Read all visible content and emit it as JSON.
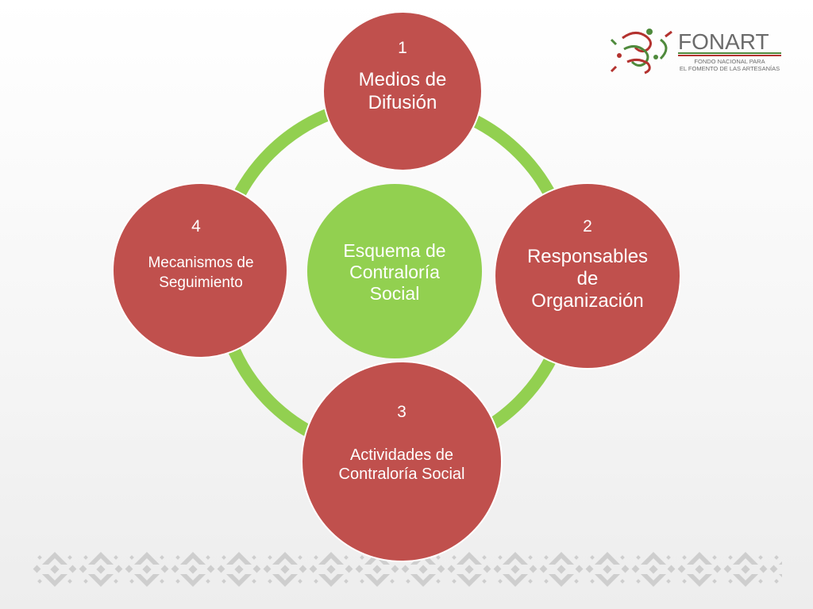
{
  "logo": {
    "name": "FONART",
    "tagline_1": "FONDO NACIONAL PARA",
    "tagline_2": "EL FOMENTO DE LAS ARTESANÍAS"
  },
  "center": {
    "lines": [
      "Esquema de",
      "Contraloría",
      "Social"
    ]
  },
  "nodes": [
    {
      "number": "1",
      "lines": [
        "Medios de",
        "Difusión"
      ]
    },
    {
      "number": "2",
      "lines": [
        "Responsables",
        "de",
        "Organización"
      ]
    },
    {
      "number": "3",
      "lines": [
        "Actividades de",
        "Contraloría Social"
      ]
    },
    {
      "number": "4",
      "lines": [
        "Mecanismos de",
        "Seguimiento"
      ]
    }
  ],
  "colors": {
    "node_fill": "#c0504d",
    "center_fill": "#92d050",
    "ring": "#92d050",
    "node_text": "#ffffff",
    "center_text": "#ffffff",
    "logo_text": "#6b6b6b",
    "logo_green": "#4f8a3c",
    "logo_red": "#b3322f",
    "pattern": "#c8c8c8"
  }
}
